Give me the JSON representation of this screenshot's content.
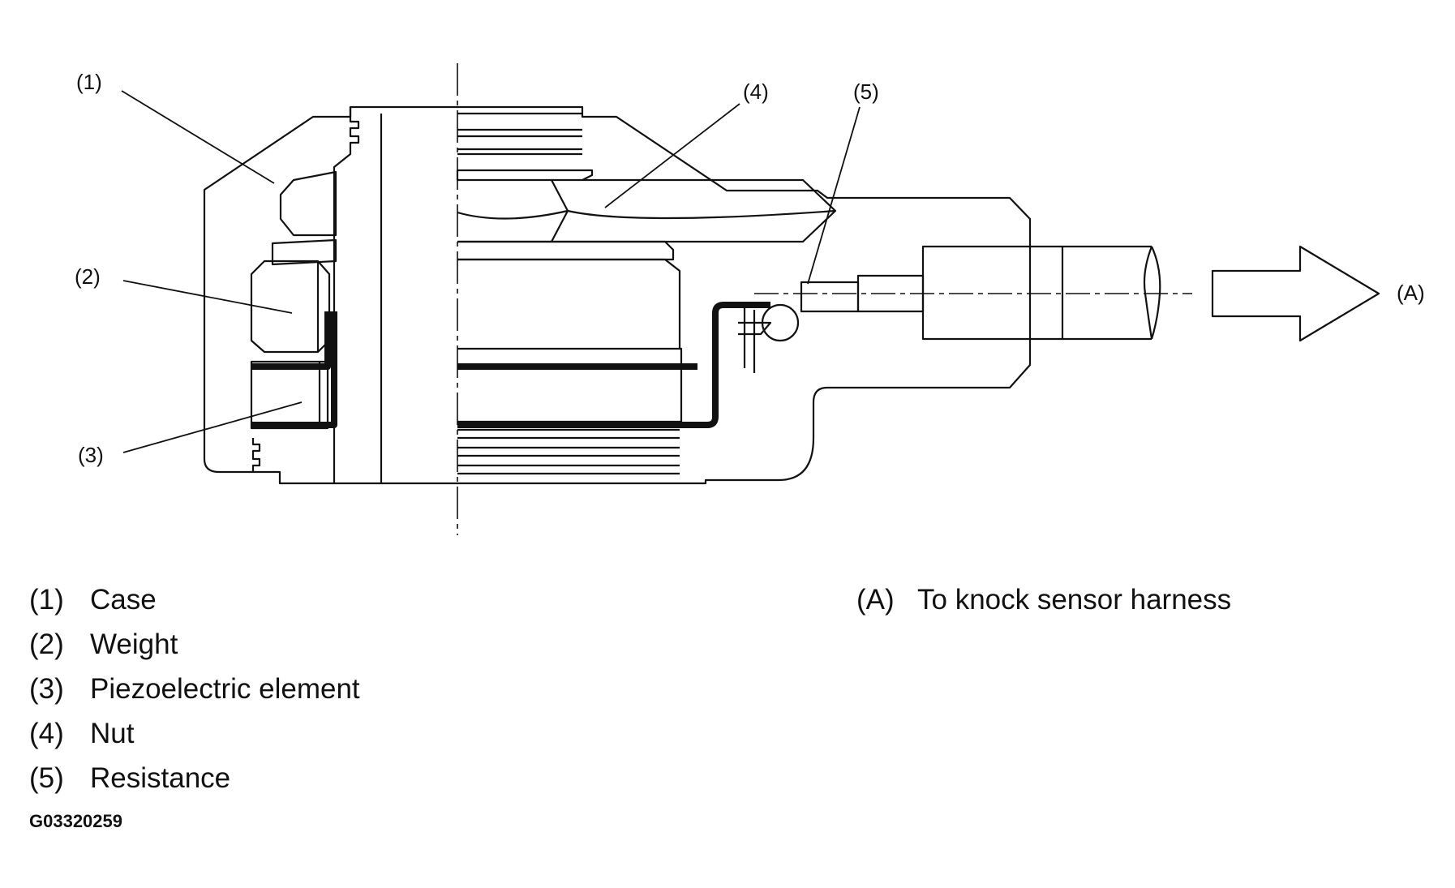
{
  "callouts": {
    "c1": "(1)",
    "c2": "(2)",
    "c3": "(3)",
    "c4": "(4)",
    "c5": "(5)",
    "cA": "(A)"
  },
  "legend": {
    "items": [
      {
        "num": "(1)",
        "text": "Case"
      },
      {
        "num": "(2)",
        "text": "Weight"
      },
      {
        "num": "(3)",
        "text": "Piezoelectric element"
      },
      {
        "num": "(4)",
        "text": "Nut"
      },
      {
        "num": "(5)",
        "text": "Resistance"
      }
    ],
    "a": {
      "num": "(A)",
      "text": "To knock sensor harness"
    }
  },
  "figure_id": "G03320259",
  "colors": {
    "ink": "#111111",
    "paper": "#ffffff"
  }
}
